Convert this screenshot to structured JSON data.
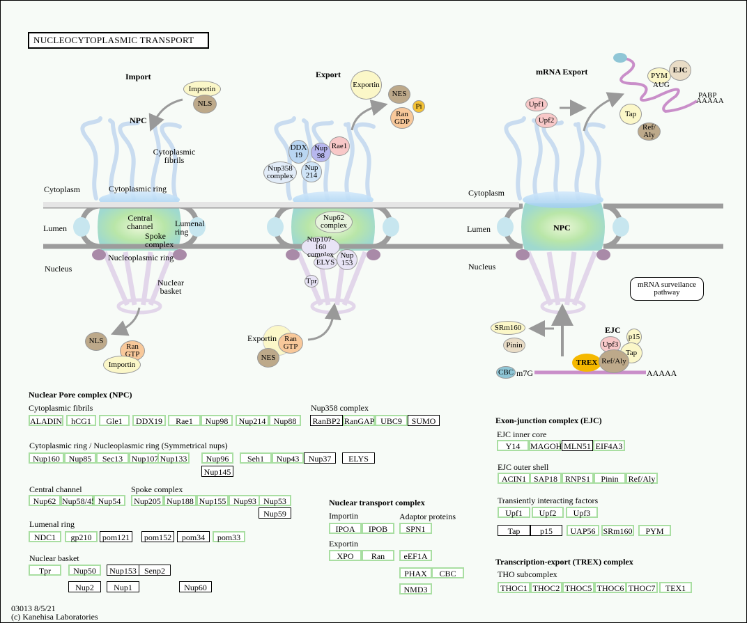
{
  "title": "NUCLEOCYTOPLASMIC  TRANSPORT",
  "footer": {
    "line1": "03013 8/5/21",
    "line2": "(c) Kanehisa Laboratories"
  },
  "colors": {
    "gene_box_border": "#a9dea2",
    "plain_box_border": "#000000",
    "background": "#f7fbf7",
    "mrna": "#c98ec9",
    "trex": "#f5b800"
  },
  "diagram": {
    "import": {
      "heading": "Import",
      "npc": "NPC",
      "importin": "Importin",
      "nls": "NLS",
      "cytoplasmic_fibrils": [
        "Cytoplasmic",
        "fibrils"
      ],
      "cytoplasm": "Cytoplasm",
      "cytoplasmic_ring": "Cytoplasmic ring",
      "lumen": "Lumen",
      "central_channel": [
        "Central",
        "channel"
      ],
      "lumenal_ring": [
        "Lumenal",
        "ring"
      ],
      "spoke_complex": [
        "Spoke",
        "complex"
      ],
      "nucleoplasmic_ring": "Nucleoplasmic ring",
      "nucleus": "Nucleus",
      "nuclear_basket": [
        "Nuclear",
        "basket"
      ],
      "nls_out": "NLS",
      "ran_gtp": [
        "Ran",
        "GTP"
      ],
      "importin_out": "Importin"
    },
    "export": {
      "heading": "Export",
      "exportin": "Exportin",
      "nes": "NES",
      "pi": "Pi",
      "ran_gdp": [
        "Ran",
        "GDP"
      ],
      "ddx19": [
        "DDX",
        "19"
      ],
      "nup98": [
        "Nup",
        "98"
      ],
      "rae1": "Rae1",
      "nup358": [
        "Nup358",
        "complex"
      ],
      "nup214": [
        "Nup",
        "214"
      ],
      "nup62": [
        "Nup62",
        "complex"
      ],
      "nup107": [
        "Nup107-160",
        "complex"
      ],
      "elys": "ELYS",
      "nup153": [
        "Nup",
        "153"
      ],
      "tpr": "Tpr",
      "exportin_in": "Exportin",
      "ran_gtp": [
        "Ran",
        "GTP"
      ],
      "nes_in": "NES"
    },
    "mrna": {
      "heading": "mRNA Export",
      "pym": "PYM",
      "aug": "AUG",
      "ejc_top": "EJC",
      "pabp": "PABP",
      "polya_top": "AAAAA",
      "upf1": "Upf1",
      "upf2": "Upf2",
      "tap": "Tap",
      "ref_aly": [
        "Ref/",
        "Aly"
      ],
      "cytoplasm": "Cytoplasm",
      "lumen": "Lumen",
      "nucleus": "Nucleus",
      "npc": "NPC",
      "surveillance": [
        "mRNA surveilance",
        "pathway"
      ],
      "srm160": "SRm160",
      "pinin": "Pinin",
      "ejc": "EJC",
      "upf3": "Upf3",
      "p15": "p15",
      "tap2": "Tap",
      "trex": "TREX",
      "ref_aly2": "Ref/Aly",
      "cbc": "CBC",
      "m7g": "m7G",
      "polya": "AAAAA"
    }
  },
  "npc_section": {
    "heading": "Nuclear Pore complex (NPC)",
    "cytoplasmic_fibrils": {
      "label": "Cytoplasmic fibrils",
      "genes": [
        {
          "name": "ALADIN",
          "g": true
        },
        {
          "name": "hCG1",
          "g": true
        },
        {
          "name": "Gle1",
          "g": true
        },
        {
          "name": "DDX19",
          "g": true
        },
        {
          "name": "Rae1",
          "g": true
        },
        {
          "name": "Nup98",
          "g": true
        },
        {
          "name": "Nup214",
          "g": true
        },
        {
          "name": "Nup88",
          "g": true
        }
      ]
    },
    "nup358": {
      "label": "Nup358 complex",
      "genes": [
        {
          "name": "RanBP2",
          "g": false
        },
        {
          "name": "RanGAP",
          "g": true
        },
        {
          "name": "UBC9",
          "g": true
        },
        {
          "name": "SUMO",
          "g": false
        }
      ]
    },
    "sym_nups": {
      "label": "Cytoplasmic ring / Nucleoplasmic ring (Symmetrical nups)",
      "genes": [
        {
          "name": "Nup160",
          "g": true
        },
        {
          "name": "Nup85",
          "g": true
        },
        {
          "name": "Sec13",
          "g": true
        },
        {
          "name": "Nup107",
          "g": true
        },
        {
          "name": "Nup133",
          "g": true
        },
        {
          "name": "Nup96",
          "g": true
        },
        {
          "name": "Nup145",
          "g": false
        },
        {
          "name": "Seh1",
          "g": true
        },
        {
          "name": "Nup43",
          "g": true
        },
        {
          "name": "Nup37",
          "g": false
        },
        {
          "name": "ELYS",
          "g": false
        }
      ]
    },
    "central_channel": {
      "label": "Central channel",
      "genes": [
        {
          "name": "Nup62",
          "g": true
        },
        {
          "name": "Nup58/45",
          "g": true
        },
        {
          "name": "Nup54",
          "g": true
        }
      ]
    },
    "spoke_complex": {
      "label": "Spoke complex",
      "genes": [
        {
          "name": "Nup205",
          "g": true
        },
        {
          "name": "Nup188",
          "g": true
        },
        {
          "name": "Nup155",
          "g": true
        },
        {
          "name": "Nup93",
          "g": true
        },
        {
          "name": "Nup53",
          "g": true
        },
        {
          "name": "Nup59",
          "g": false
        }
      ]
    },
    "lumenal_ring": {
      "label": "Lumenal ring",
      "genes": [
        {
          "name": "NDC1",
          "g": true
        },
        {
          "name": "gp210",
          "g": true
        },
        {
          "name": "pom121",
          "g": false
        },
        {
          "name": "pom152",
          "g": false
        },
        {
          "name": "pom34",
          "g": false
        },
        {
          "name": "pom33",
          "g": true
        }
      ]
    },
    "nuclear_basket": {
      "label": "Nuclear basket",
      "genes": [
        {
          "name": "Tpr",
          "g": true
        },
        {
          "name": "Nup50",
          "g": true
        },
        {
          "name": "Nup153",
          "g": false
        },
        {
          "name": "Senp2",
          "g": false
        },
        {
          "name": "Nup2",
          "g": false
        },
        {
          "name": "Nup1",
          "g": false
        },
        {
          "name": "Nup60",
          "g": false
        }
      ]
    }
  },
  "transport_section": {
    "heading": "Nuclear transport complex",
    "importin": {
      "label": "Importin",
      "genes": [
        {
          "name": "IPOA",
          "g": true
        },
        {
          "name": "IPOB",
          "g": true
        }
      ]
    },
    "adaptor": {
      "label": "Adaptor proteins",
      "genes": [
        {
          "name": "SPN1",
          "g": true
        },
        {
          "name": "eEF1A",
          "g": true
        },
        {
          "name": "PHAX",
          "g": true
        },
        {
          "name": "CBC",
          "g": true
        },
        {
          "name": "NMD3",
          "g": true
        }
      ]
    },
    "exportin": {
      "label": "Exportin",
      "genes": [
        {
          "name": "XPO",
          "g": true
        },
        {
          "name": "Ran",
          "g": true
        }
      ]
    }
  },
  "ejc_section": {
    "heading": "Exon-junction complex (EJC)",
    "inner": {
      "label": "EJC inner core",
      "genes": [
        {
          "name": "Y14",
          "g": true
        },
        {
          "name": "MAGOH",
          "g": true
        },
        {
          "name": "MLN51",
          "g": false
        },
        {
          "name": "EIF4A3",
          "g": true
        }
      ]
    },
    "outer": {
      "label": "EJC outer shell",
      "genes": [
        {
          "name": "ACIN1",
          "g": true
        },
        {
          "name": "SAP18",
          "g": true
        },
        {
          "name": "RNPS1",
          "g": true
        },
        {
          "name": "Pinin",
          "g": true
        },
        {
          "name": "Ref/Aly",
          "g": true
        }
      ]
    },
    "transient": {
      "label": "Transiently interacting factors",
      "genes": [
        {
          "name": "Upf1",
          "g": true
        },
        {
          "name": "Upf2",
          "g": true
        },
        {
          "name": "Upf3",
          "g": true
        },
        {
          "name": "Tap",
          "g": false
        },
        {
          "name": "p15",
          "g": false
        },
        {
          "name": "UAP56",
          "g": true
        },
        {
          "name": "SRm160",
          "g": true
        },
        {
          "name": "PYM",
          "g": true
        }
      ]
    }
  },
  "trex_section": {
    "heading": "Transcription-export (TREX) complex",
    "tho": {
      "label": "THO subcomplex",
      "genes": [
        {
          "name": "THOC1",
          "g": true
        },
        {
          "name": "THOC2",
          "g": true
        },
        {
          "name": "THOC5",
          "g": true
        },
        {
          "name": "THOC6",
          "g": true
        },
        {
          "name": "THOC7",
          "g": true
        },
        {
          "name": "TEX1",
          "g": true
        }
      ]
    }
  }
}
